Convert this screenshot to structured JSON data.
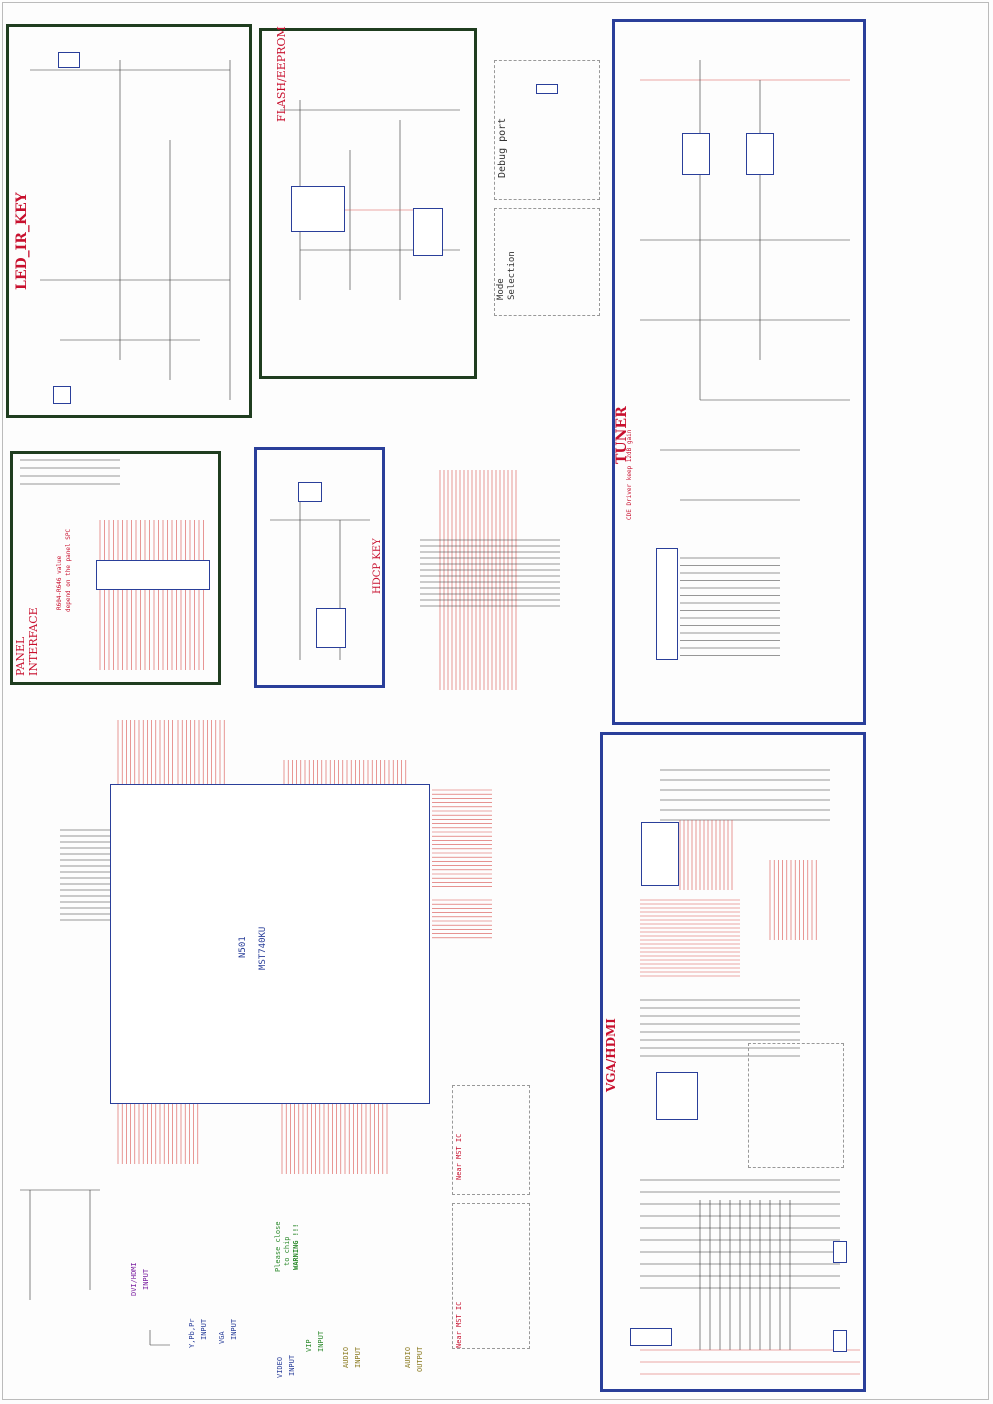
{
  "sections": {
    "led_ir_key": "LED_IR_KEY",
    "flash_eeprom": "FLASH/EEPROM",
    "tuner": "TUNER",
    "vga_hdmi": "VGA/HDMI",
    "panel_interface_1": "PANEL",
    "panel_interface_2": "INTERFACE",
    "hdcp_key": "HDCP KEY",
    "debug_port": "Debug port",
    "mode_selection_1": "Mode",
    "mode_selection_2": "Selection"
  },
  "main_chip": {
    "ref": "N501",
    "part": "MST740KU"
  },
  "inputs": {
    "dvi_hdmi": "DVI/HDMI",
    "dvi_hdmi_sub": "INPUT",
    "ypbpr": "Y,Pb,Pr",
    "ypbpr_sub": "INPUT",
    "vga": "VGA",
    "vga_sub": "INPUT",
    "video": "VIDEO",
    "video_sub": "INPUT",
    "vip": "VIP",
    "vip_sub": "INPUT",
    "audio": "AUDIO",
    "audio_sub": "INPUT",
    "audio_out": "AUDIO",
    "audio_out_sub": "OUTPUT"
  },
  "notes": {
    "near_mst_1": "Near MST IC",
    "near_mst_2": "Near MST IC",
    "please_close": "Please close",
    "to_chip": "to chip",
    "warning": "WARNING !!!",
    "tuner_driver": "CDE Driver keep 12dB gain",
    "panel_note_1": "R604-R646 value",
    "panel_note_2": "depend on the panel SPC"
  },
  "colors": {
    "green_frame": "#1f3d1f",
    "blue_frame": "#2a3f9a",
    "title_red": "#c8102e",
    "wire_red": "#d9534f",
    "wire_dark": "#333333"
  }
}
